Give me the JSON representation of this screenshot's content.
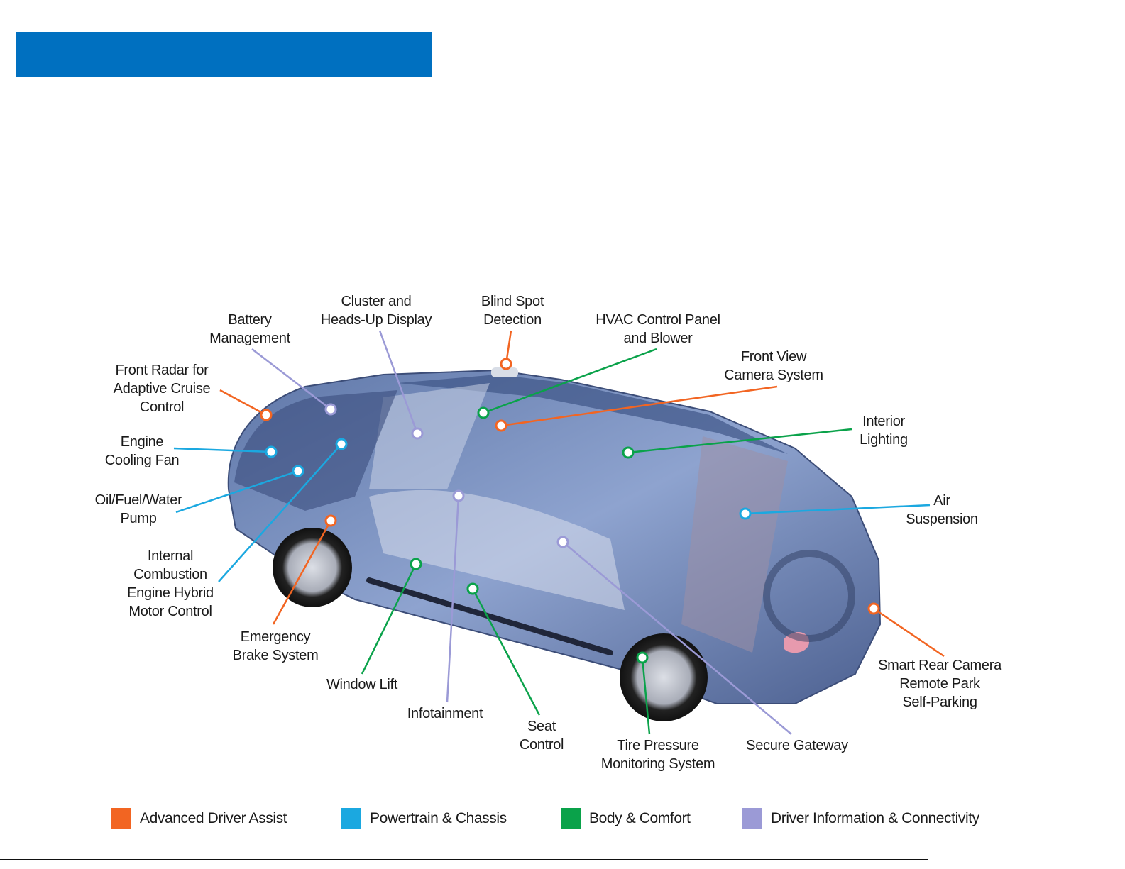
{
  "colors": {
    "title_bar": "#0070c0",
    "adas": "#f26522",
    "powertrain": "#1ba8e0",
    "body": "#0aa24a",
    "info": "#9b9ad6"
  },
  "callouts": [
    {
      "lines": [
        "Battery",
        "Management"
      ],
      "category": "info"
    },
    {
      "lines": [
        "Cluster and",
        "Heads-Up Display"
      ],
      "category": "info"
    },
    {
      "lines": [
        "Blind Spot",
        "Detection"
      ],
      "category": "adas"
    },
    {
      "lines": [
        "HVAC Control Panel",
        "and Blower"
      ],
      "category": "body"
    },
    {
      "lines": [
        "Front View",
        "Camera System"
      ],
      "category": "adas"
    },
    {
      "lines": [
        "Front Radar for",
        "Adaptive Cruise",
        "Control"
      ],
      "category": "adas"
    },
    {
      "lines": [
        "Engine",
        "Cooling Fan"
      ],
      "category": "powertrain"
    },
    {
      "lines": [
        "Interior",
        "Lighting"
      ],
      "category": "body"
    },
    {
      "lines": [
        "Oil/Fuel/Water",
        "Pump"
      ],
      "category": "powertrain"
    },
    {
      "lines": [
        "Air",
        "Suspension"
      ],
      "category": "powertrain"
    },
    {
      "lines": [
        "Internal",
        "Combustion",
        "Engine Hybrid",
        "Motor Control"
      ],
      "category": "powertrain"
    },
    {
      "lines": [
        "Emergency",
        "Brake System"
      ],
      "category": "adas"
    },
    {
      "lines": [
        "Window Lift"
      ],
      "category": "body"
    },
    {
      "lines": [
        "Infotainment"
      ],
      "category": "info"
    },
    {
      "lines": [
        "Seat",
        "Control"
      ],
      "category": "body"
    },
    {
      "lines": [
        "Tire Pressure",
        "Monitoring System"
      ],
      "category": "body"
    },
    {
      "lines": [
        "Secure Gateway"
      ],
      "category": "info"
    },
    {
      "lines": [
        "Smart Rear Camera",
        "Remote Park",
        "Self-Parking"
      ],
      "category": "adas"
    }
  ],
  "legend": [
    {
      "label": "Advanced Driver Assist",
      "category": "adas"
    },
    {
      "label": "Powertrain & Chassis",
      "category": "powertrain"
    },
    {
      "label": "Body & Comfort",
      "category": "body"
    },
    {
      "label": "Driver Information & Connectivity",
      "category": "info"
    }
  ]
}
